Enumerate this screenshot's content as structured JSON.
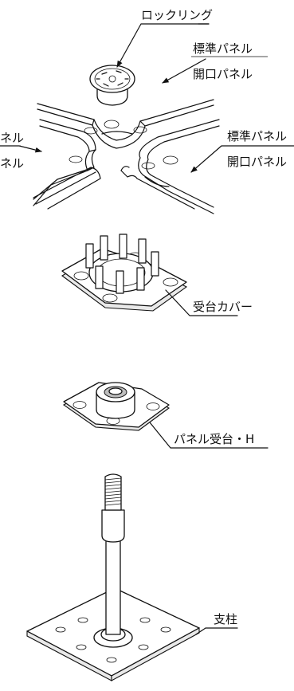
{
  "labels": {
    "lock_ring": "ロックリング",
    "standard_panel_right_top": "標準パネル",
    "open_panel_right_top": "開口パネル",
    "standard_panel_left": "ネル",
    "open_panel_left": "ネル",
    "standard_panel_right": "標準パネル",
    "open_panel_right": "開口パネル",
    "receiver_cover": "受台カバー",
    "panel_receiver_h": "パネル受台・H",
    "support_post": "支柱"
  }
}
